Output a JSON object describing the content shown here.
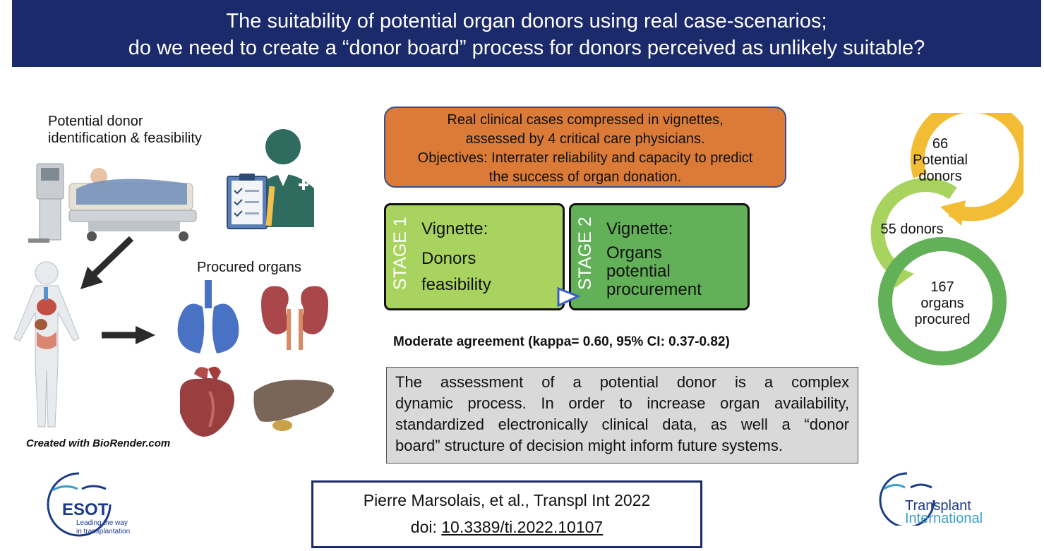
{
  "header": {
    "line1": "The suitability of potential organ donors using real case-scenarios;",
    "line2": "do we need to create a “donor board” process for donors perceived as unlikely suitable?"
  },
  "left": {
    "identification_line1": "Potential donor",
    "identification_line2": "identification & feasibility",
    "procured_organs": "Procured organs",
    "created_with": "Created with BioRender.com"
  },
  "objectives": {
    "line1": "Real clinical cases compressed in vignettes,",
    "line2": "assessed by 4 critical care physicians.",
    "line3": "Objectives: Interrater reliability and capacity to predict",
    "line4": "the success of organ donation."
  },
  "stage1": {
    "tag": "STAGE 1",
    "title": "Vignette:",
    "line1": "Donors",
    "line2": "feasibility"
  },
  "stage2": {
    "tag": "STAGE 2",
    "title": "Vignette:",
    "line1": "Organs",
    "line2": "potential",
    "line3": "procurement"
  },
  "agreement": "Moderate agreement (kappa= 0.60, 95% CI: 0.37-0.82)",
  "conclusion": {
    "line1": "The assessment of a potential donor is a complex",
    "line2": "dynamic process. In order to increase organ availability,",
    "line3": "standardized electronically clinical data, as well a “donor",
    "line4": "board” structure of decision might inform future systems."
  },
  "citation": {
    "authors": "Pierre Marsolais, et al., Transpl Int 2022",
    "doi_prefix": "doi: ",
    "doi": "10.3389/ti.2022.10107"
  },
  "flow": {
    "c1_num": "66",
    "c1_l1": "Potential",
    "c1_l2": "donors",
    "c2_label": "55 donors",
    "c3_num": "167",
    "c3_l1": "organs",
    "c3_l2": "procured"
  },
  "logos": {
    "esot_name": "ESOT",
    "esot_tag1": "Leading the way",
    "esot_tag2": "in transplantation",
    "ti_line1": "Transplant",
    "ti_line2": "International"
  },
  "colors": {
    "header_bg": "#1b2a6b",
    "objectives_bg": "#db7b37",
    "stage1_bg": "#a8d35f",
    "stage2_bg": "#62b057",
    "ring_yellow": "#f2bd35",
    "ring_light_green": "#a8d35f",
    "ring_green": "#62b057",
    "conclusion_bg": "#d9d9d9"
  }
}
